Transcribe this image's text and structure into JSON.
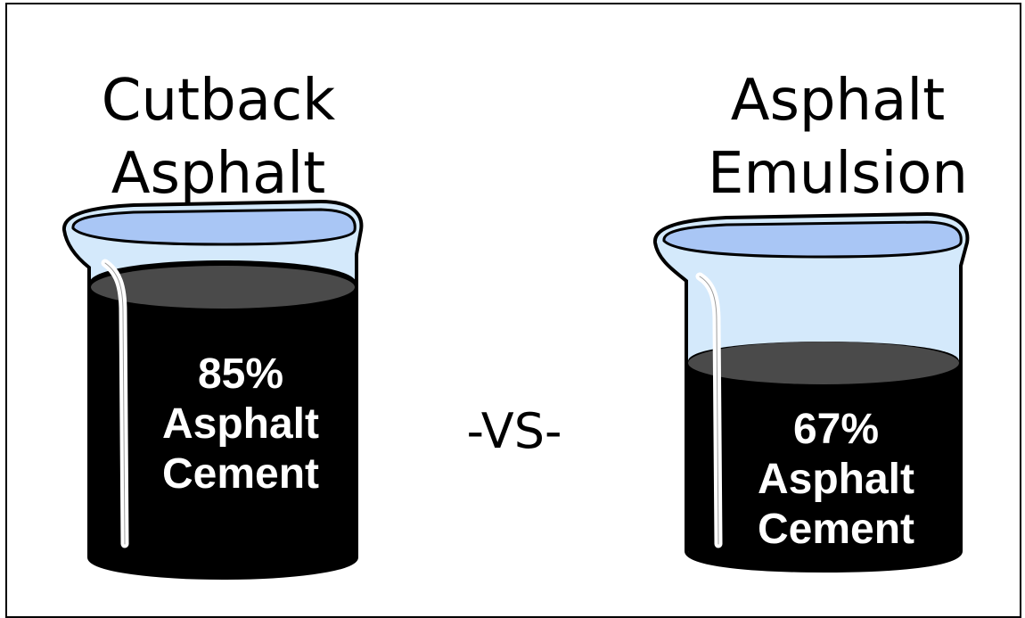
{
  "left_beaker": {
    "title_line1": "Cutback",
    "title_line2": "Asphalt",
    "percent": "85%",
    "label_line1": "Asphalt",
    "label_line2": "Cement",
    "fill_fraction": 0.85
  },
  "right_beaker": {
    "title_line1": "Asphalt",
    "title_line2": "Emulsion",
    "percent": "67%",
    "label_line1": "Asphalt",
    "label_line2": "Cement",
    "fill_fraction": 0.67
  },
  "versus_label": "-VS-",
  "colors": {
    "glass": "#d4e9fb",
    "glass_rim": "#a9c6f5",
    "liquid": "#000000",
    "liquid_surface": "#4a4a4a",
    "outline": "#000000"
  }
}
